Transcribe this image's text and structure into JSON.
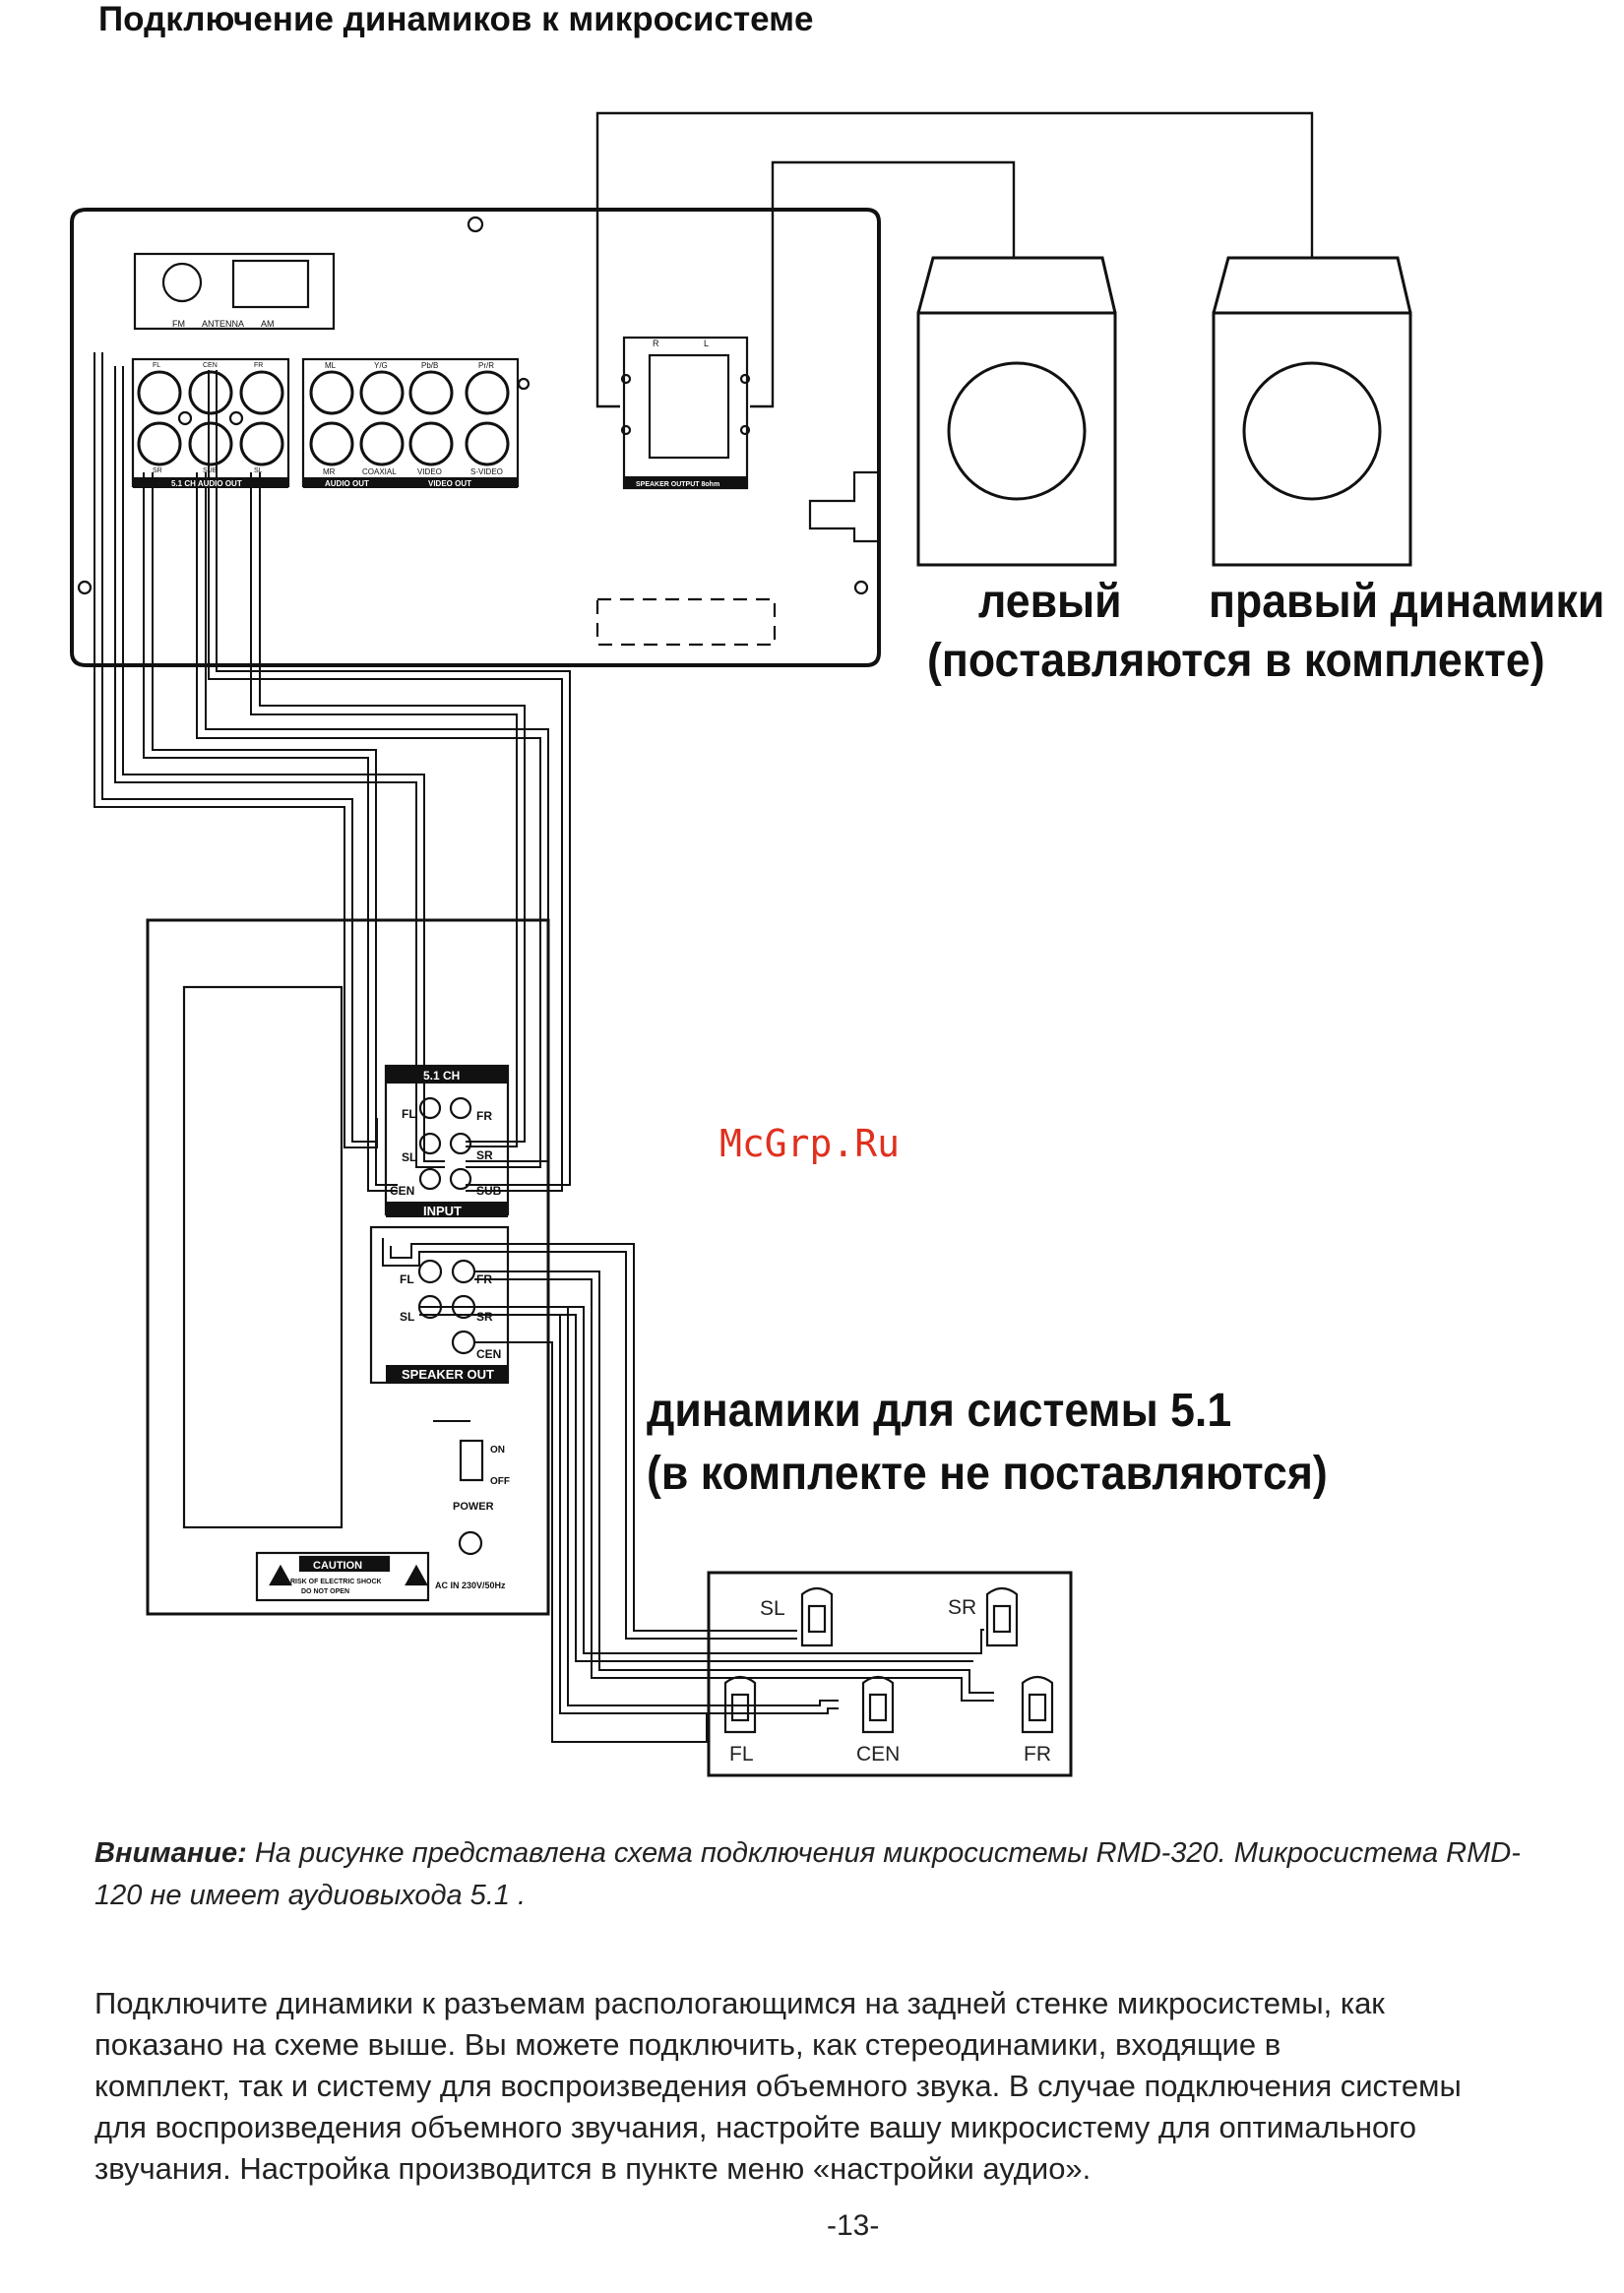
{
  "title": "Подключение динамиков к микросистеме",
  "watermark": "McGrp.Ru",
  "captions": {
    "left_speaker": "левый",
    "right_speaker": "правый динамики",
    "supplied": "(поставляются в комплекте)",
    "surround_line1": "динамики для системы 5.1",
    "surround_line2": "(в комплекте не поставляются)"
  },
  "panel_labels": {
    "fm": "FM",
    "antenna": "ANTENNA",
    "am": "AM",
    "audio_top": [
      "FL",
      "CEN",
      "FR"
    ],
    "audio_bottom": [
      "SR",
      "SUB",
      "SL"
    ],
    "audio_out_51": "5.1 CH AUDIO OUT",
    "video_top": [
      "ML",
      "Y/G",
      "Pb/B",
      "Pr/R"
    ],
    "video_bottom": [
      "MR",
      "COAXIAL",
      "VIDEO",
      "S-VIDEO"
    ],
    "audio_out": "AUDIO OUT",
    "video_out": "VIDEO OUT",
    "speaker_r": "R",
    "speaker_l": "L",
    "speaker_output": "SPEAKER OUTPUT 8ohm"
  },
  "sub_labels": {
    "input_header": "5.1 CH",
    "input_jacks": [
      "FL",
      "FR",
      "SL",
      "SR",
      "CEN",
      "SUB"
    ],
    "input_footer": "INPUT",
    "out_jacks": [
      "FL",
      "FR",
      "SL",
      "SR",
      "CEN"
    ],
    "speaker_out": "SPEAKER OUT",
    "on": "ON",
    "off": "OFF",
    "power": "POWER",
    "caution": "CAUTION",
    "caution_line1": "RISK OF ELECTRIC SHOCK",
    "caution_line2": "DO NOT OPEN",
    "ac": "AC IN 230V/50Hz"
  },
  "surround_speakers": [
    "SL",
    "SR",
    "FL",
    "CEN",
    "FR"
  ],
  "note_label": "Внимание:",
  "note_text": " На рисунке представлена схема подключения микросистемы RMD-320. Микросистема RMD-120 не имеет аудиовыхода 5.1 .",
  "body_lines": [
    "Подключите динамики к разъемам распологающимся на задней стенке микросистемы, как",
    "показано на схеме выше. Вы можете подключить, как стереодинамики, входящие в",
    "комплект, так и систему для воспроизведения объемного звука. В случае подключения системы",
    "для воспроизведения объемного звучания, настройте вашу микросистему для оптимального",
    "звучания. Настройка производится в пункте меню «настройки аудио»."
  ],
  "page_number": "-13-"
}
